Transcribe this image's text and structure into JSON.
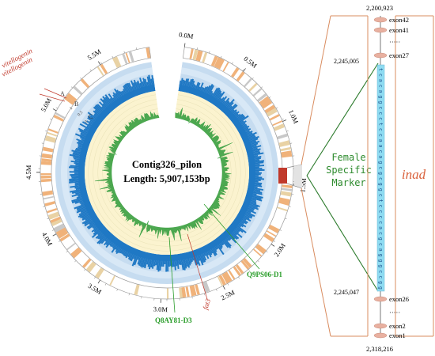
{
  "circos": {
    "contig_name": "Contig326_pilon",
    "length_label": "Length",
    "length_value": "5,907,153bp",
    "track_letters": [
      "A",
      "B",
      "C"
    ],
    "scale_ticks": [
      "1",
      "0.5",
      "0"
    ],
    "axis_labels": [
      "0.0M",
      "0.5M",
      "1.0M",
      "1.5M",
      "2.0M",
      "2.5M",
      "3.0M",
      "3.5M",
      "4.0M",
      "4.5M",
      "5.0M",
      "5.5M"
    ],
    "gene_labels": {
      "vitellogenin_1": "vitellogenin",
      "vitellogenin_2": "vitellogenin",
      "fat3": "fat3",
      "q9ps06": "Q9PS06-D1",
      "q8ay81": "Q8AY81-D3"
    },
    "colors": {
      "outer_track_orange": "#f0b27a",
      "outer_track_gray": "#c8c8c8",
      "ring_light_blue": "#c6dcf0",
      "ring_dark_blue": "#1f78c4",
      "ring_yellow": "#fbf3cf",
      "gc_green": "#2e9a3a",
      "marker_red": "#c0392b",
      "gene_red": "#c0392b",
      "gene_green": "#2a9d2a",
      "bracket": "#d98c5f",
      "exon_fill": "#e8b0a0",
      "seq_fill": "#8fdcf2"
    }
  },
  "marker": {
    "line1": "Female",
    "line2": "Specific",
    "line3": "Marker"
  },
  "gene_model": {
    "gene_name": "inad",
    "top_coord": "2,200,923",
    "bottom_coord": "2,318,216",
    "left_coord_top": "2,245,005",
    "left_coord_bottom": "2,245,047",
    "exons_top": [
      "exon42",
      "exon41",
      "·····",
      "exon27"
    ],
    "exons_bottom": [
      "exon26",
      "·····",
      "exon2",
      "exon1"
    ],
    "sequence": "tcacaggccctccaacagcgcggctccccacgcagggccgg"
  }
}
